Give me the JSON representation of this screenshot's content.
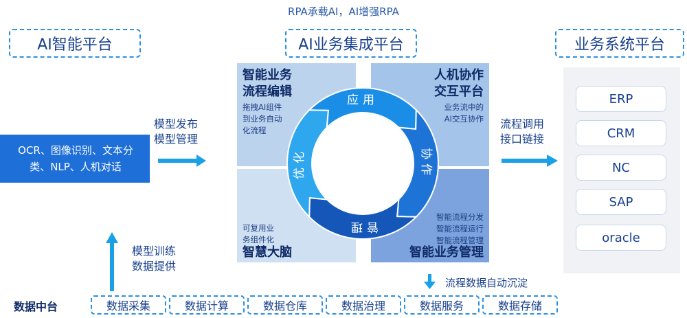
{
  "top_caption": "RPA承载AI，AI增强RPA",
  "headers": {
    "ai_platform": "AI智能平台",
    "integration_platform": "AI业务集成平台",
    "business_platform": "业务系统平台"
  },
  "ai_features": {
    "line1": "OCR、图像识别、文本分",
    "line2": "类、NLP、人机对话"
  },
  "arrows": {
    "publish": [
      "模型发布",
      "模型管理"
    ],
    "call": [
      "流程调用",
      "接口链接"
    ],
    "train": [
      "模型训练",
      "数据提供"
    ],
    "settle": "流程数据自动沉淀"
  },
  "quadrants": {
    "tl": {
      "title": [
        "智能业务",
        "流程编辑"
      ],
      "note": [
        "拖拽AI组件",
        "到业务自动",
        "化流程"
      ]
    },
    "tr": {
      "title": [
        "人机协作",
        "交互平台"
      ],
      "note": [
        "业务流中的",
        "AI交互协作"
      ]
    },
    "bl": {
      "title": "智慧大脑",
      "note": [
        "可复用业",
        "务组件化"
      ]
    },
    "br": {
      "title": "智能业务管理",
      "note": [
        "智能流程分发",
        "智能流程运行",
        "智能流程管理"
      ]
    }
  },
  "cycle": {
    "segments": [
      "应用",
      "协作",
      "管理",
      "优化"
    ],
    "colors": [
      "#1a8ee6",
      "#1e74d6",
      "#1557b8",
      "#2ea7ee"
    ]
  },
  "systems": [
    "ERP",
    "CRM",
    "NC",
    "SAP",
    "oracle"
  ],
  "data_center": {
    "label": "数据中台",
    "items": [
      "数据采集",
      "数据计算",
      "数据仓库",
      "数据治理",
      "数据服务",
      "数据存储"
    ]
  },
  "colors": {
    "accent": "#1f6fd8",
    "arrow": "#1aa0e6",
    "dash": "#2a8fe0"
  }
}
